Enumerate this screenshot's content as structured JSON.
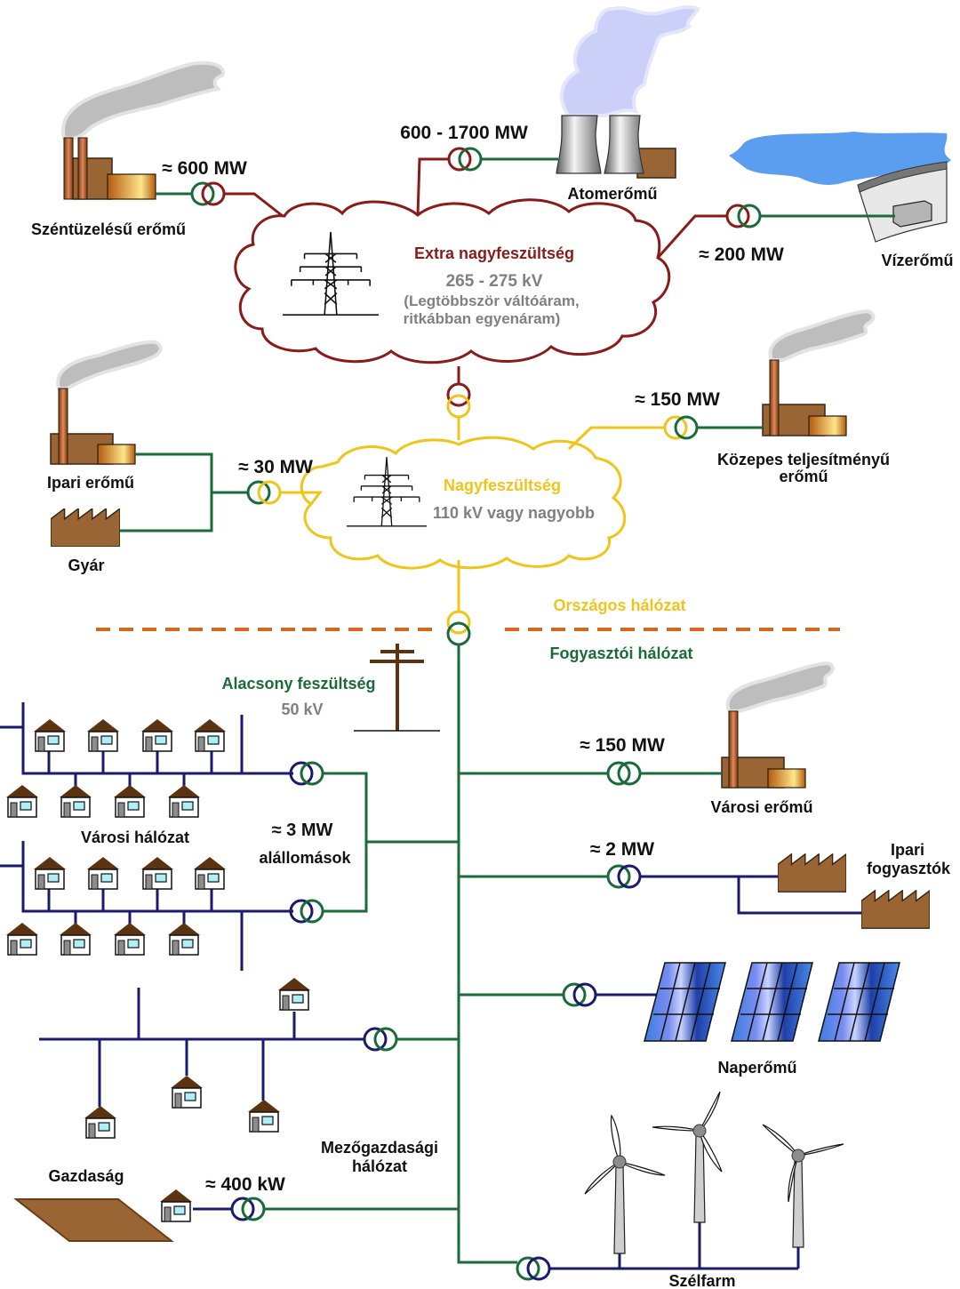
{
  "colors": {
    "extra_high_voltage": "#8b1a1a",
    "high_voltage": "#f0c419",
    "consumer_network": "#1a6b3a",
    "low_voltage_distribution": "#1a1a6e",
    "boundary_dash": "#d2691e",
    "voltage_text": "#808080"
  },
  "extra_high_voltage": {
    "title": "Extra nagyfeszültség",
    "range": "265 - 275 kV",
    "note_line1": "(Legtöbbször váltóáram,",
    "note_line2": "ritkábban egyenáram)"
  },
  "high_voltage": {
    "title": "Nagyfeszültség",
    "range": "110 kV vagy nagyobb"
  },
  "boundary": {
    "upper_label": "Országos hálózat",
    "lower_label": "Fogyasztói hálózat"
  },
  "low_voltage": {
    "title": "Alacsony feszültség",
    "range": "50 kV"
  },
  "plants": {
    "coal": {
      "label": "Széntüzelésű erőmű",
      "power": "≈ 600  MW"
    },
    "nuclear": {
      "label": "Atomerőmű",
      "power": "600 - 1700  MW"
    },
    "hydro": {
      "label": "Vízerőmű",
      "power": "≈ 200  MW"
    },
    "medium": {
      "label_line1": "Közepes teljesítményű",
      "label_line2": "erőmű",
      "power": "≈ 150  MW"
    },
    "industrial": {
      "label": "Ipari erőmű",
      "power": "≈ 30 MW"
    },
    "factory": {
      "label": "Gyár"
    },
    "city_plant": {
      "label": "Városi erőmű",
      "power": "≈ 150  MW"
    },
    "industrial_consumers": {
      "label_line1": "Ipari",
      "label_line2": "fogyasztók",
      "power": "≈ 2  MW"
    },
    "solar": {
      "label": "Naperőmű"
    },
    "wind": {
      "label": "Szélfarm"
    }
  },
  "city_network": {
    "label": "Városi hálózat",
    "substation_power": "≈ 3  MW",
    "substation_label": "alállomások"
  },
  "farm_network": {
    "label_line1": "Mezőgazdasági",
    "label_line2": "hálózat",
    "farm_label": "Gazdaság",
    "farm_power": "≈ 400 kW"
  }
}
